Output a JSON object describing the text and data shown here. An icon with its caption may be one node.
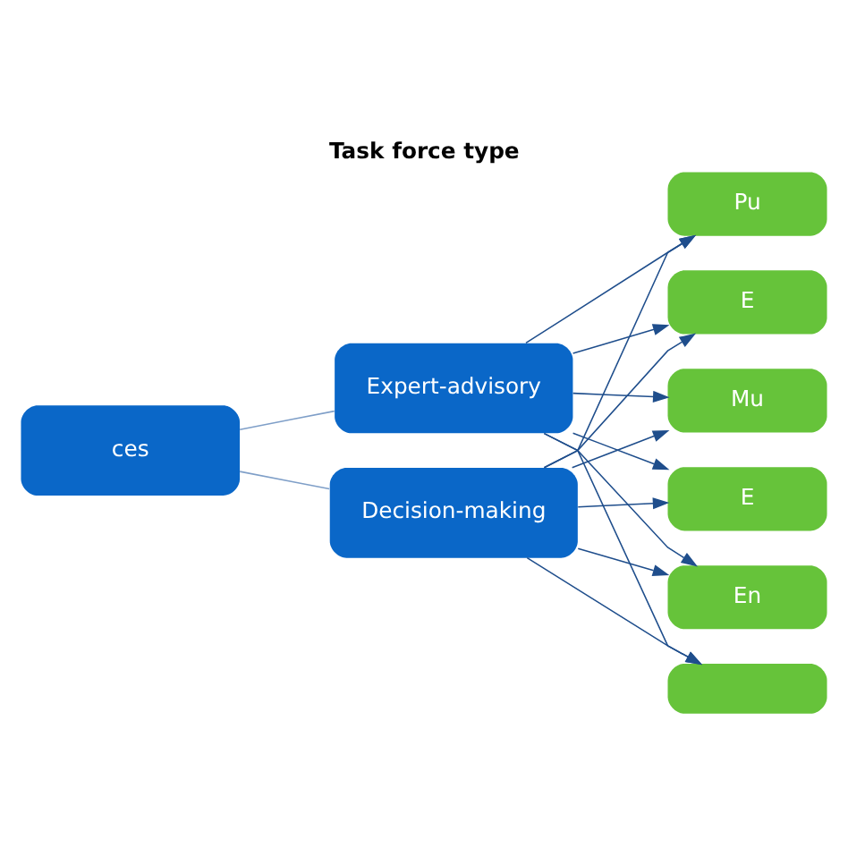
{
  "diagram": {
    "title": "Task force type",
    "nodes": [
      {
        "text": [
          "ces"
        ]
      },
      {
        "text": [
          "Expert-advisory"
        ]
      },
      {
        "text": [
          "Decision-making"
        ]
      },
      {
        "text": [
          "Pu"
        ]
      },
      {
        "text": [
          "E"
        ]
      },
      {
        "text": [
          "Mu"
        ]
      },
      {
        "text": [
          "E"
        ]
      },
      {
        "text": [
          "En"
        ]
      },
      {
        "text": [],
        "shape": "box"
      }
    ],
    "edges": [
      {
        "from": 0,
        "to": 1,
        "arrow": "none",
        "color": "#7f9fc8"
      },
      {
        "from": 0,
        "to": 2,
        "arrow": "none",
        "color": "#7f9fc8"
      },
      {
        "from": 1,
        "to": 3,
        "arrow": "to"
      },
      {
        "from": 1,
        "to": 4,
        "arrow": "to"
      },
      {
        "from": 1,
        "to": 5,
        "arrow": "to"
      },
      {
        "from": 1,
        "to": 6,
        "arrow": "to"
      },
      {
        "from": 1,
        "to": 7,
        "arrow": "to"
      },
      {
        "from": 1,
        "to": 8,
        "arrow": "to"
      },
      {
        "from": 2,
        "to": 3,
        "arrow": "to"
      },
      {
        "from": 2,
        "to": 4,
        "arrow": "to"
      },
      {
        "from": 2,
        "to": 5,
        "arrow": "to"
      },
      {
        "from": 2,
        "to": 6,
        "arrow": "to"
      },
      {
        "from": 2,
        "to": 7,
        "arrow": "to"
      },
      {
        "from": 2,
        "to": 8,
        "arrow": "to"
      }
    ]
  }
}
